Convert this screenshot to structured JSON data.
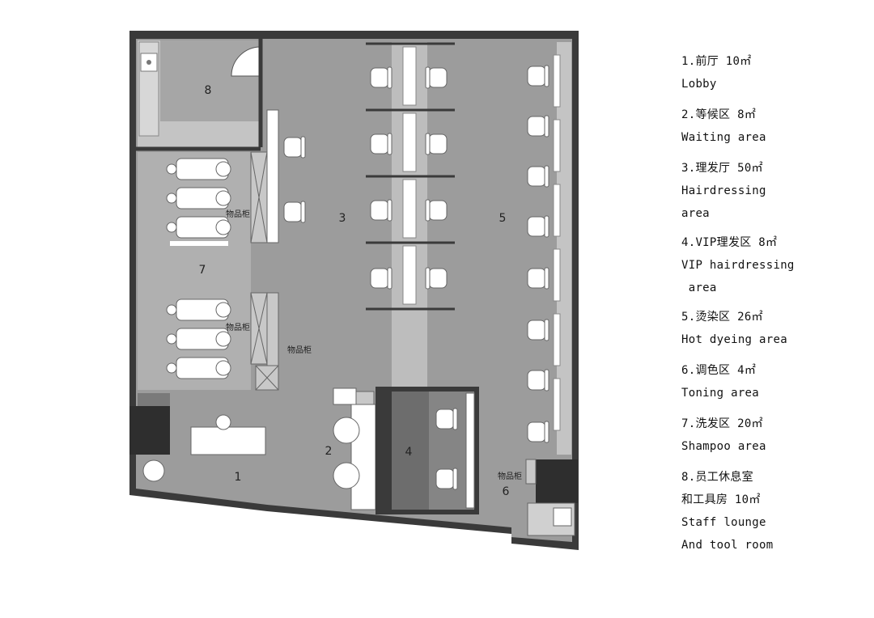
{
  "plan": {
    "room_numbers": [
      "1",
      "2",
      "3",
      "4",
      "5",
      "6",
      "7",
      "8"
    ],
    "cabinet_label": "物品柜"
  },
  "legend": [
    {
      "number": "1",
      "zh": "1.前厅 10㎡",
      "en": [
        "Lobby"
      ]
    },
    {
      "number": "2",
      "zh": "2.等候区 8㎡",
      "en": [
        "Waiting area"
      ]
    },
    {
      "number": "3",
      "zh": "3.理发厅 50㎡",
      "en": [
        "Hairdressing",
        "area"
      ]
    },
    {
      "number": "4",
      "zh": "4.VIP理发区 8㎡",
      "en": [
        "VIP hairdressing",
        " area"
      ]
    },
    {
      "number": "5",
      "zh": "5.烫染区 26㎡",
      "en": [
        "Hot dyeing area"
      ]
    },
    {
      "number": "6",
      "zh": "6.调色区 4㎡",
      "en": [
        "Toning area"
      ]
    },
    {
      "number": "7",
      "zh": "7.洗发区 20㎡",
      "en": [
        "Shampoo area"
      ]
    },
    {
      "number": "8",
      "zh": "8.员工休息室",
      "zh2": "和工具房 10㎡",
      "en": [
        "Staff lounge",
        "And tool room"
      ]
    }
  ],
  "colors": {
    "wall": "#3a3a3a",
    "floor": "#9c9c9c",
    "room_light": "#a9a9a9",
    "room_dark": "#6d6d6d",
    "strip": "#bdbdbd",
    "furniture": "#ffffff"
  }
}
